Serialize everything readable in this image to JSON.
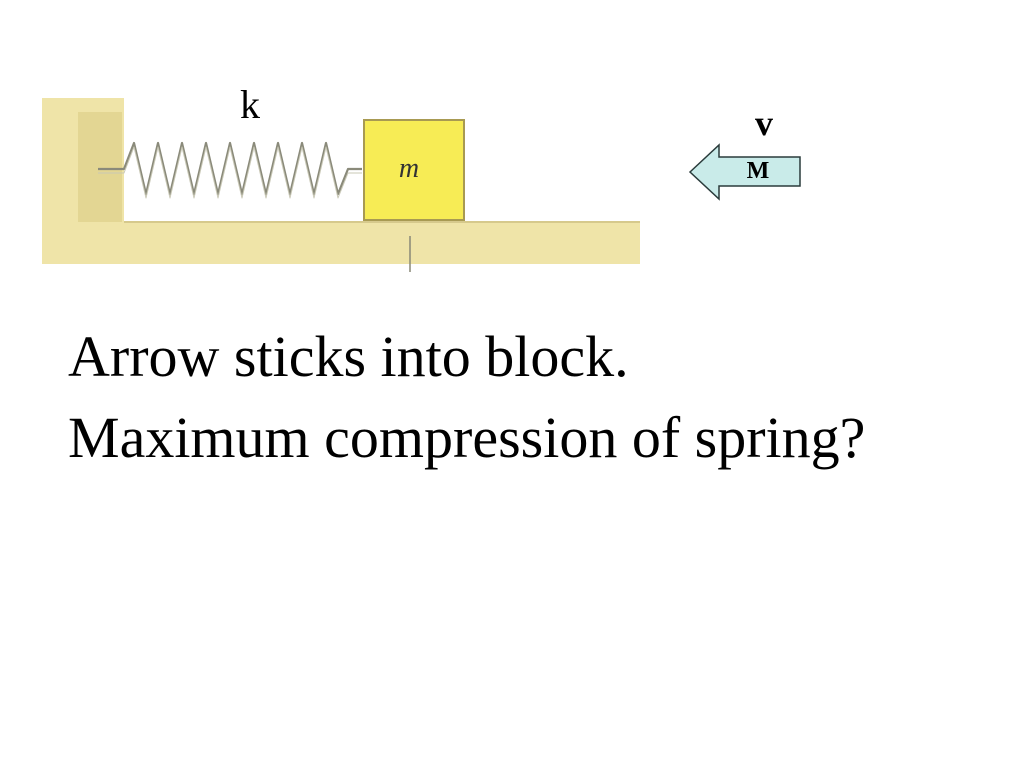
{
  "diagram": {
    "spring_label": "k",
    "block_label": "m",
    "velocity_label": "v",
    "arrow_mass_label": "M",
    "colors": {
      "wall_and_floor": "#efe4a8",
      "wall_shadow": "#d8c983",
      "block_fill": "#f7ec55",
      "block_border": "#a89a52",
      "spring": "#8a8a7a",
      "arrow_fill": "#c9ebe9",
      "arrow_stroke": "#2a3b3b"
    }
  },
  "question": {
    "line1": "Arrow sticks into block.",
    "line2": "Maximum compression of spring?"
  }
}
